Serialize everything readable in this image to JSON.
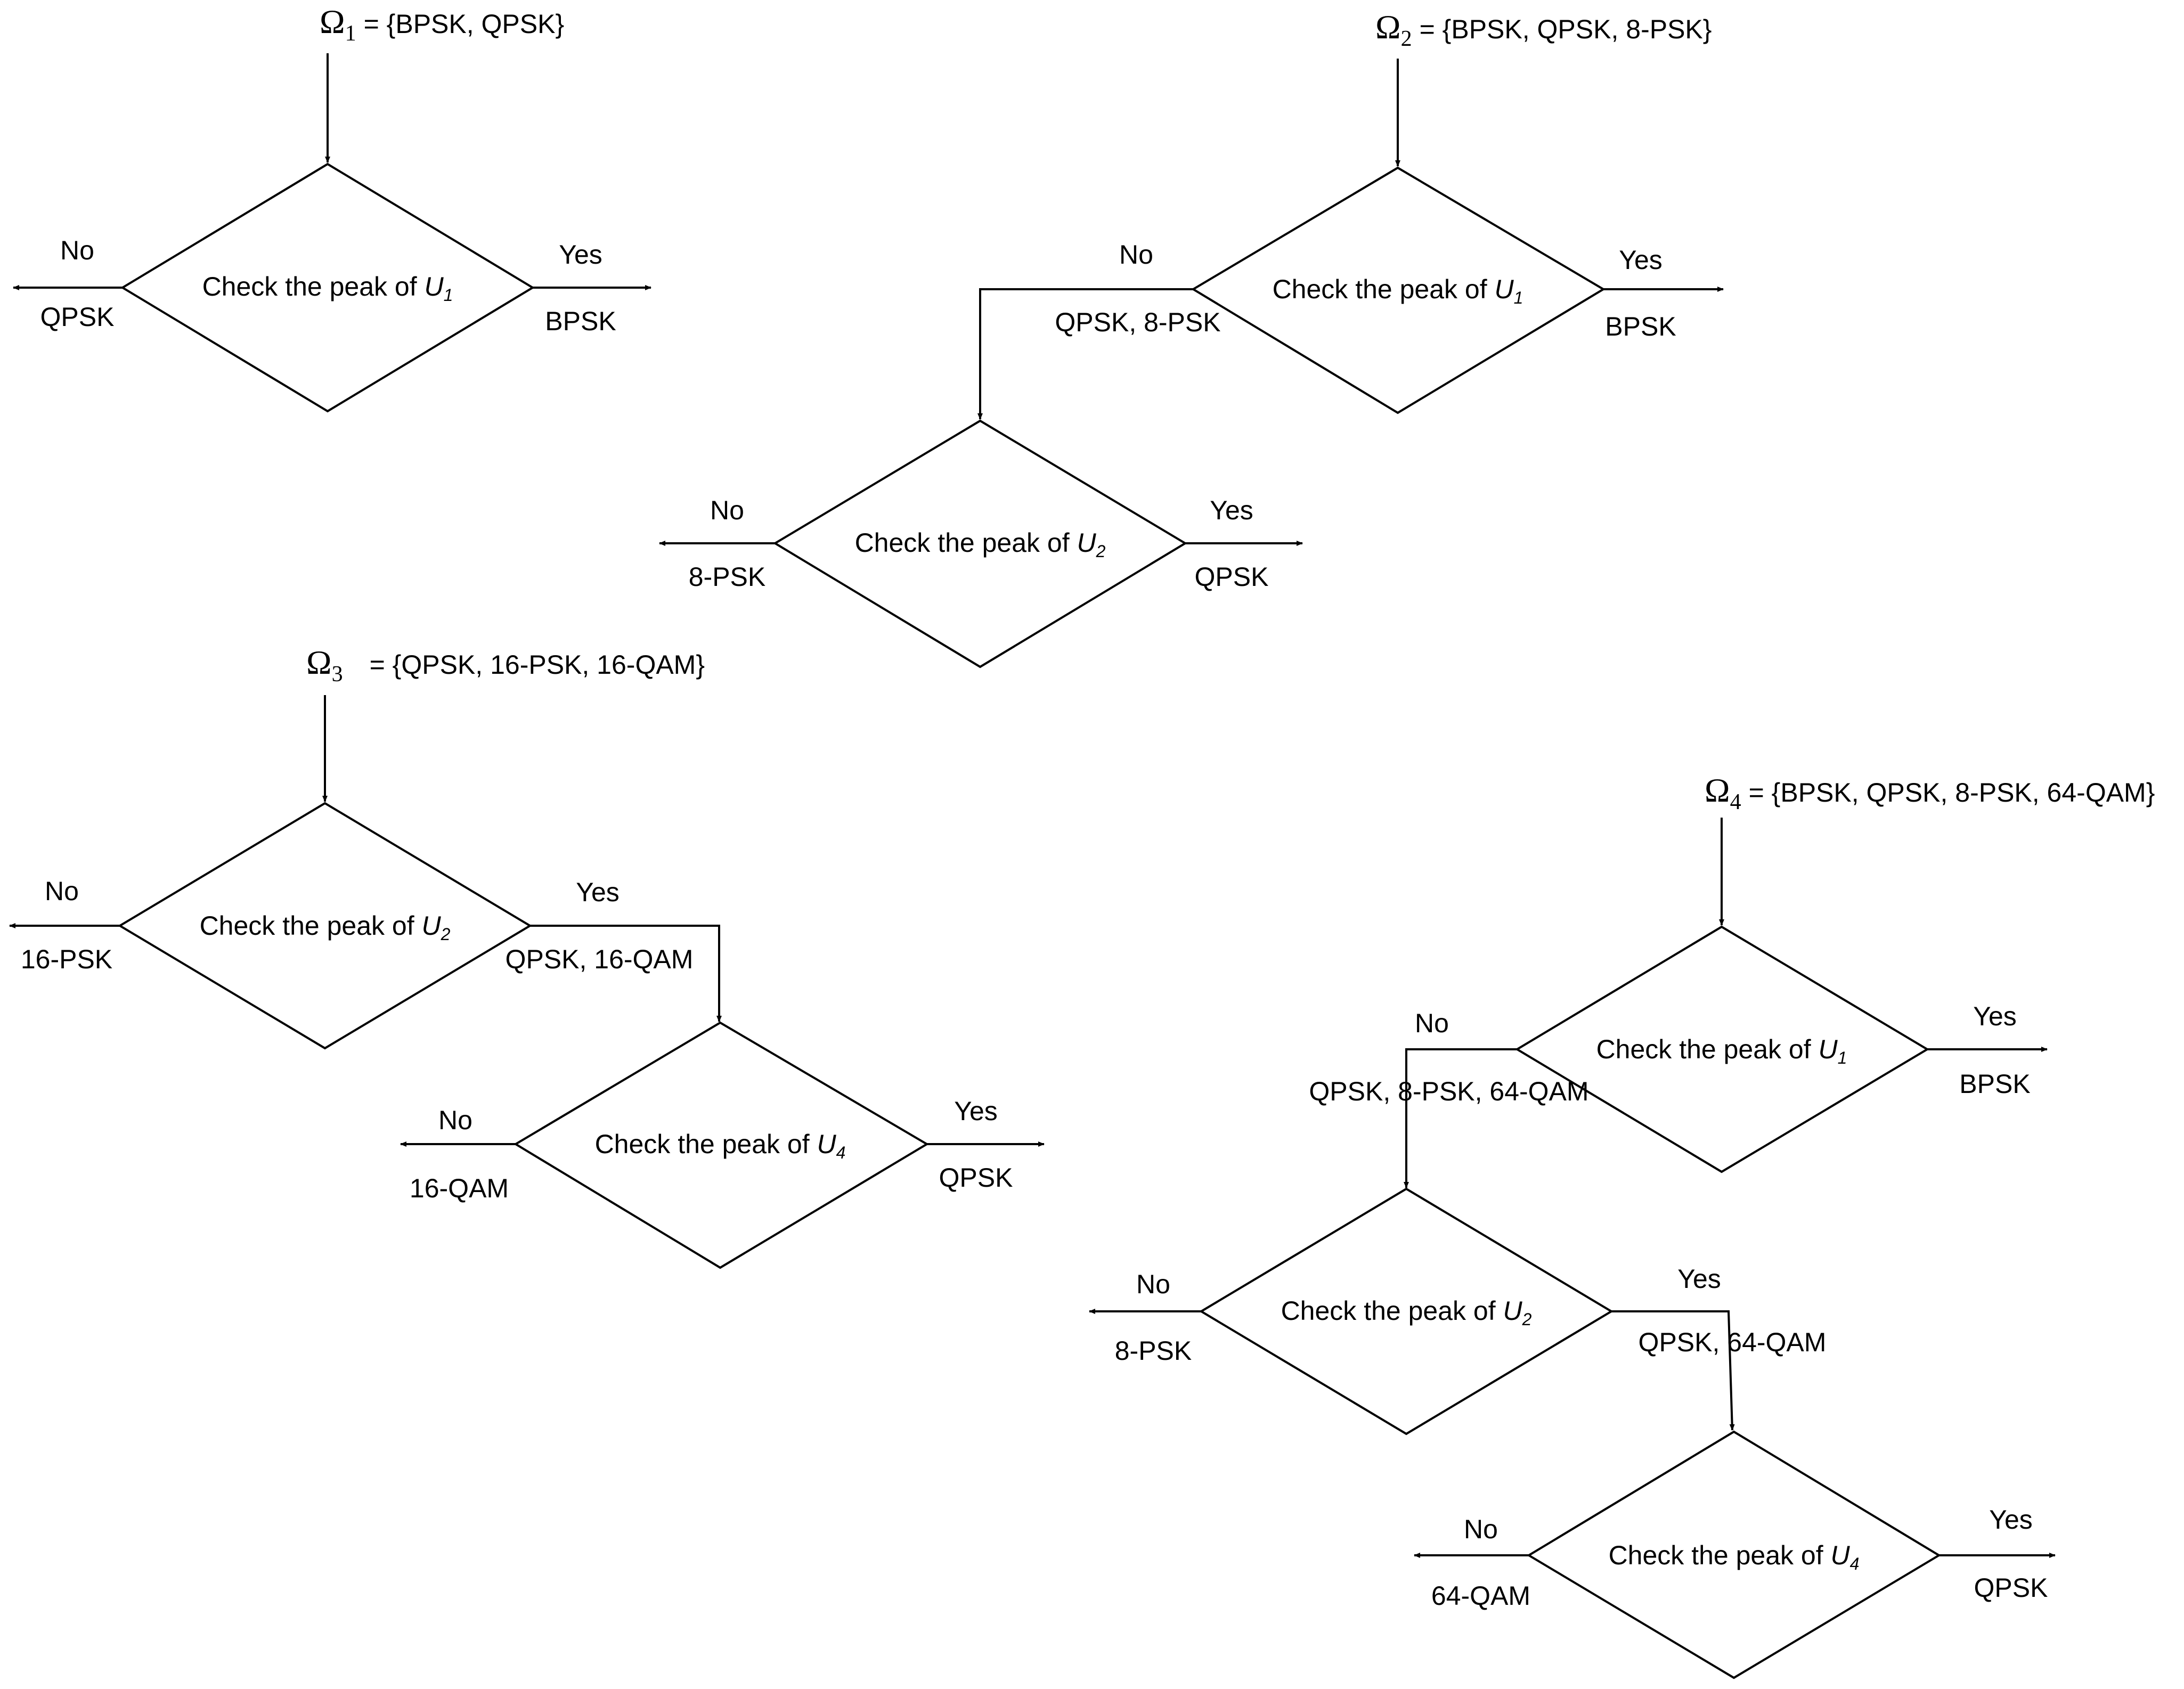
{
  "omega_symbol": "Ω",
  "sets": [
    {
      "sub": "1",
      "members": "= {BPSK, QPSK}"
    },
    {
      "sub": "2",
      "members": "= {BPSK, QPSK, 8-PSK}"
    },
    {
      "sub": "3",
      "members": "= {QPSK, 16-PSK, 16-QAM}"
    },
    {
      "sub": "4",
      "members": "= {BPSK, QPSK, 8-PSK, 64-QAM}"
    }
  ],
  "decision_prefix": "Check the peak of ",
  "var_letter": "U",
  "yes_label": "Yes",
  "no_label": "No",
  "decisions": [
    {
      "sub": "1",
      "yes_out": "BPSK",
      "no_out": "QPSK"
    },
    {
      "sub": "1",
      "yes_out": "BPSK",
      "no_out": "QPSK, 8-PSK"
    },
    {
      "sub": "2",
      "yes_out": "QPSK",
      "no_out": "8-PSK"
    },
    {
      "sub": "2",
      "yes_out": "QPSK, 16-QAM",
      "no_out": "16-PSK"
    },
    {
      "sub": "4",
      "yes_out": "QPSK",
      "no_out": "16-QAM"
    },
    {
      "sub": "1",
      "yes_out": "BPSK",
      "no_out": "QPSK, 8-PSK, 64-QAM"
    },
    {
      "sub": "2",
      "yes_out": "QPSK, 64-QAM",
      "no_out": "8-PSK"
    },
    {
      "sub": "4",
      "yes_out": "QPSK",
      "no_out": "64-QAM"
    }
  ]
}
